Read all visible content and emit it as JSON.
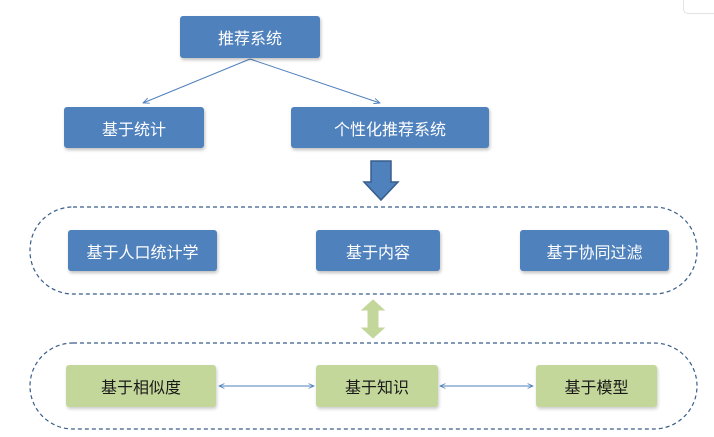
{
  "root": {
    "label": "推荐系统"
  },
  "level1": {
    "left": {
      "label": "基于统计"
    },
    "right": {
      "label": "个性化推荐系统"
    }
  },
  "group_blue": {
    "items": [
      {
        "label": "基于人口统计学"
      },
      {
        "label": "基于内容"
      },
      {
        "label": "基于协同过滤"
      }
    ]
  },
  "group_green": {
    "items": [
      {
        "label": "基于相似度"
      },
      {
        "label": "基于知识"
      },
      {
        "label": "基于模型"
      }
    ]
  },
  "colors": {
    "blue_box": "#4f81bd",
    "green_box": "#c4d79b",
    "big_arrow": "#4f81bd",
    "double_arrow": "#c4d79b",
    "connector": "#4f81bd"
  }
}
